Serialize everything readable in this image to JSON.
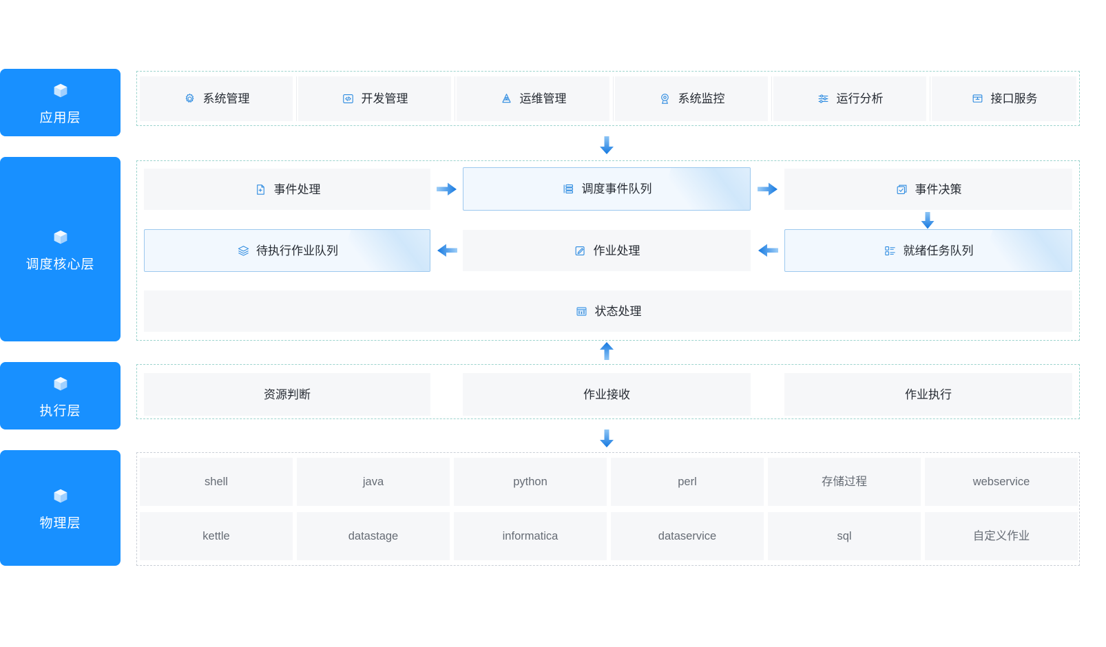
{
  "theme": {
    "brand_blue": "#1890ff",
    "tile_gray": "#f5f6f8",
    "highlight_bg": "#f2f8fe",
    "highlight_border": "#9cc8ee",
    "dash_teal": "#9bd3cd",
    "dash_gray": "#c9ced6",
    "text_dark": "#262b33",
    "text_muted": "#666c75"
  },
  "layers": [
    {
      "id": "application",
      "label": "应用层",
      "icon": "cube-icon"
    },
    {
      "id": "core",
      "label": "调度核心层",
      "icon": "cube-icon"
    },
    {
      "id": "execution",
      "label": "执行层",
      "icon": "cube-icon"
    },
    {
      "id": "physical",
      "label": "物理层",
      "icon": "cube-icon"
    }
  ],
  "application_layer": {
    "items": [
      {
        "label": "系统管理",
        "icon": "gear-icon"
      },
      {
        "label": "开发管理",
        "icon": "code-icon"
      },
      {
        "label": "运维管理",
        "icon": "cone-icon"
      },
      {
        "label": "系统监控",
        "icon": "monitor-camera-icon"
      },
      {
        "label": "运行分析",
        "icon": "sliders-icon"
      },
      {
        "label": "接口服务",
        "icon": "interface-icon"
      }
    ]
  },
  "core_layer": {
    "row1": [
      {
        "label": "事件处理",
        "icon": "document-icon",
        "highlight": false
      },
      {
        "label": "调度事件队列",
        "icon": "queue-list-icon",
        "highlight": true
      },
      {
        "label": "事件决策",
        "icon": "decision-icon",
        "highlight": false
      }
    ],
    "row2": [
      {
        "label": "待执行作业队列",
        "icon": "layers-icon",
        "highlight": true
      },
      {
        "label": "作业处理",
        "icon": "edit-pen-icon",
        "highlight": false
      },
      {
        "label": "就绪任务队列",
        "icon": "checklist-icon",
        "highlight": true
      }
    ],
    "row3": [
      {
        "label": "状态处理",
        "icon": "chart-icon",
        "highlight": false
      }
    ]
  },
  "execution_layer": {
    "items": [
      {
        "label": "资源判断"
      },
      {
        "label": "作业接收"
      },
      {
        "label": "作业执行"
      }
    ]
  },
  "physical_layer": {
    "row1": [
      {
        "label": "shell"
      },
      {
        "label": "java"
      },
      {
        "label": "python"
      },
      {
        "label": "perl"
      },
      {
        "label": "存储过程"
      },
      {
        "label": "webservice"
      }
    ],
    "row2": [
      {
        "label": "kettle"
      },
      {
        "label": "datastage"
      },
      {
        "label": "informatica"
      },
      {
        "label": "dataservice"
      },
      {
        "label": "sql"
      },
      {
        "label": "自定义作业"
      }
    ]
  },
  "connectors": [
    {
      "id": "app-to-core",
      "direction": "down",
      "icon": "arrow-down-icon"
    },
    {
      "id": "event-to-queue",
      "direction": "right",
      "icon": "arrow-right-icon"
    },
    {
      "id": "queue-to-decision",
      "direction": "right",
      "icon": "arrow-right-icon"
    },
    {
      "id": "decision-to-ready",
      "direction": "down",
      "icon": "arrow-down-icon"
    },
    {
      "id": "ready-to-job",
      "direction": "left",
      "icon": "arrow-left-icon"
    },
    {
      "id": "job-to-pending",
      "direction": "left",
      "icon": "arrow-left-icon"
    },
    {
      "id": "exec-to-core",
      "direction": "up",
      "icon": "arrow-up-icon"
    },
    {
      "id": "exec-to-physical",
      "direction": "down",
      "icon": "arrow-down-icon"
    }
  ]
}
